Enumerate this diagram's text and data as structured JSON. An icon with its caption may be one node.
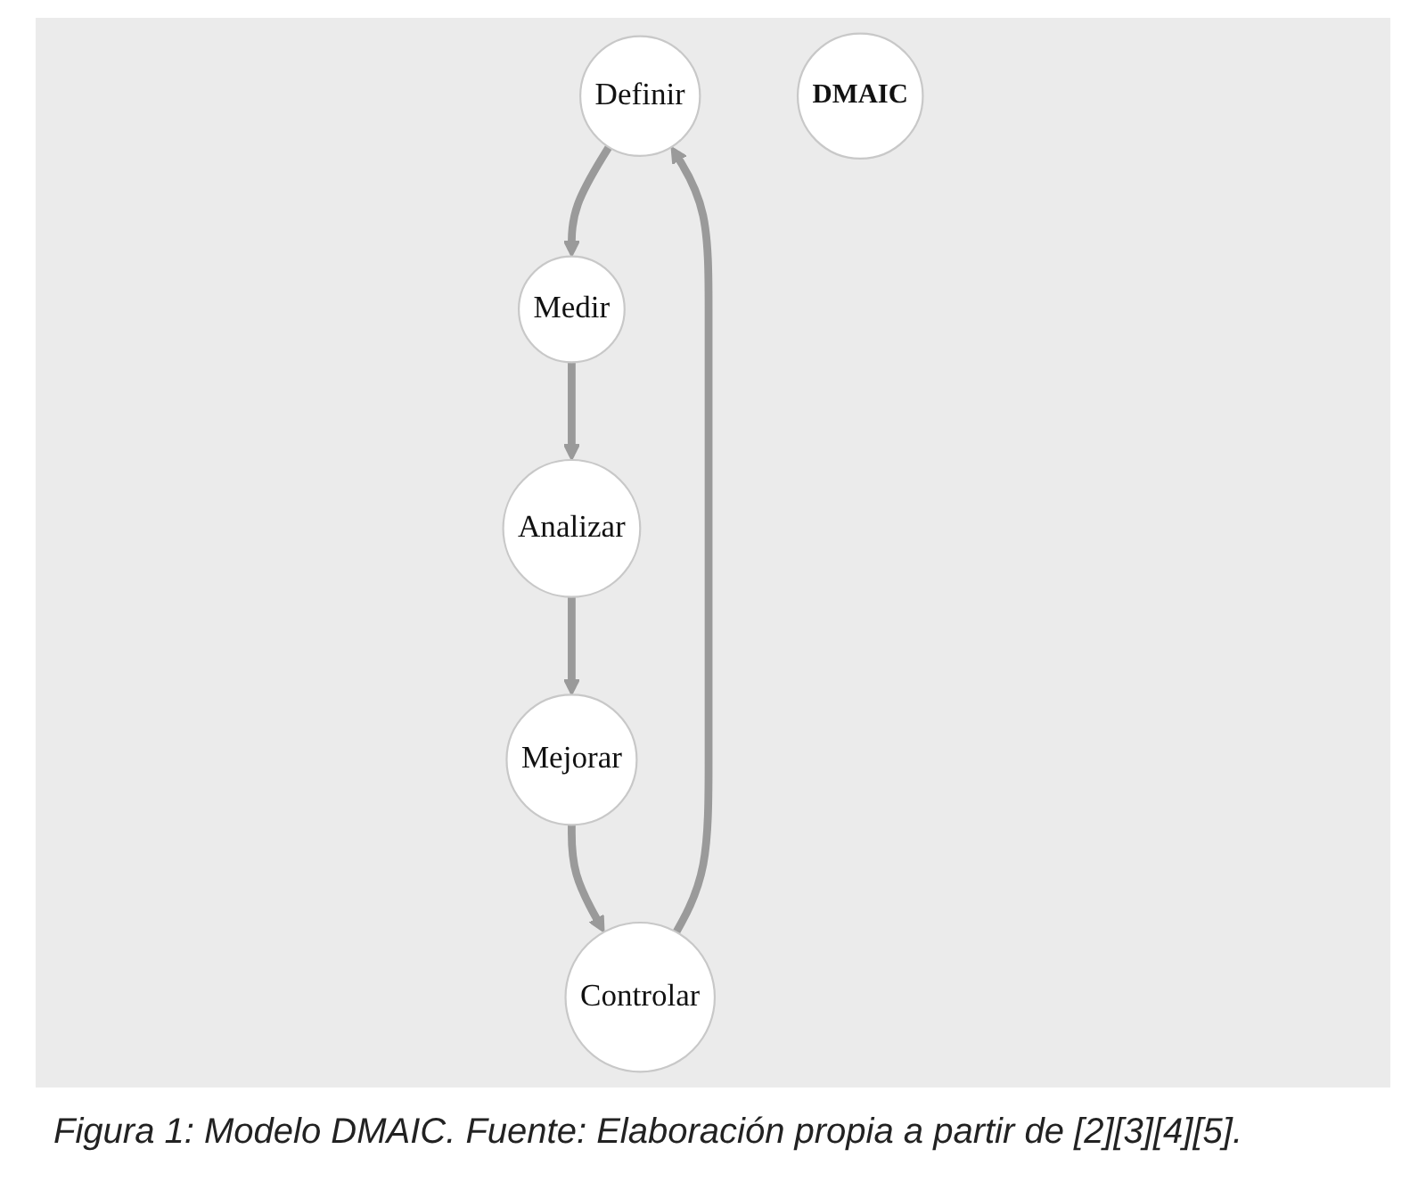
{
  "diagram": {
    "caption": "Figura 1: Modelo DMAIC. Fuente: Elaboración propia a partir de [2][3][4][5].",
    "nodes": [
      {
        "text": [
          "Definir"
        ]
      },
      {
        "text": [
          "Controlar"
        ]
      },
      {
        "text": [
          "DMAIC"
        ]
      },
      {
        "text": [
          "Medir"
        ]
      },
      {
        "text": [
          "Mejorar"
        ]
      },
      {
        "text": [
          "Analizar"
        ]
      }
    ],
    "edges": [
      {
        "from": 0,
        "to": 3,
        "arrow": "to"
      },
      {
        "from": 3,
        "to": 5,
        "arrow": "to"
      },
      {
        "from": 5,
        "to": 4,
        "arrow": "to"
      },
      {
        "from": 4,
        "to": 1,
        "arrow": "to"
      },
      {
        "from": 1,
        "to": 0,
        "arrow": "to"
      }
    ]
  }
}
